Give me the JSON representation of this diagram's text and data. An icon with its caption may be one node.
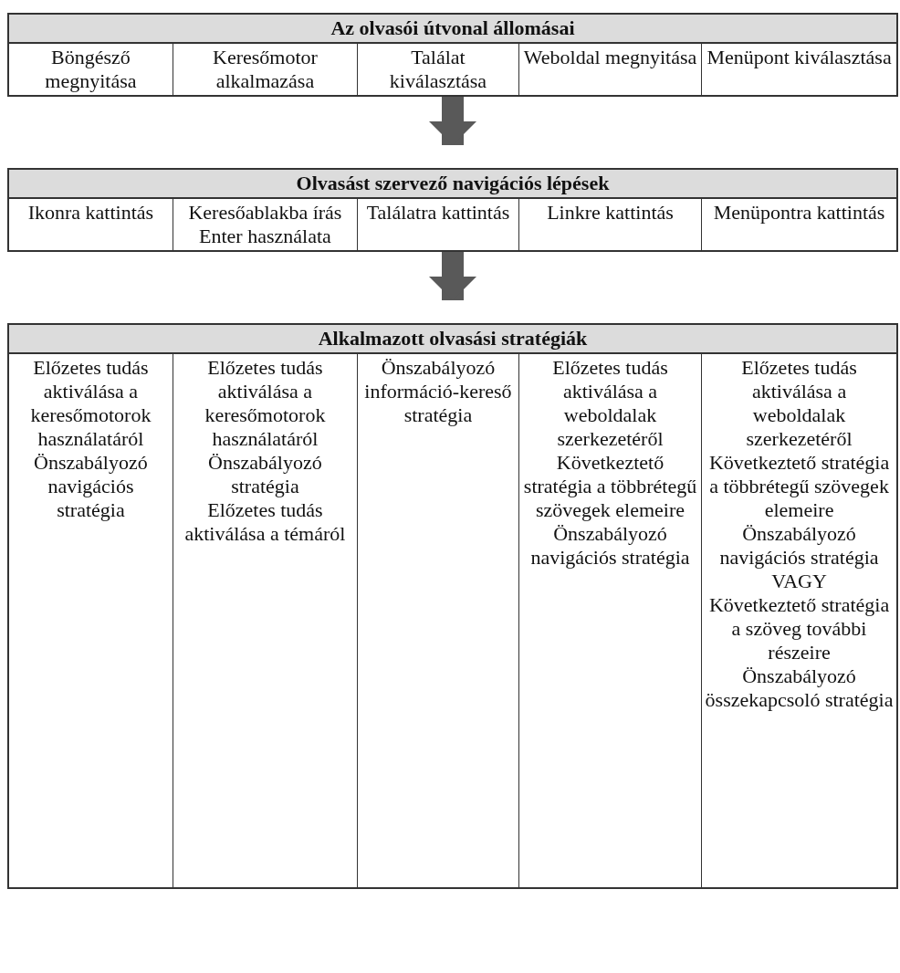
{
  "diagram": {
    "nodes": [
      {
        "text": [
          "Az olvasói útvonal állomásai"
        ]
      },
      {
        "text": [
          "Böngésző megnyitása"
        ],
        "in": 0
      },
      {
        "text": [
          "Keresőmotor alkalmazása"
        ],
        "in": 0
      },
      {
        "text": [
          "Találat kiválasztása"
        ],
        "in": 0
      },
      {
        "text": [
          "Weboldal megnyitása"
        ],
        "in": 0
      },
      {
        "text": [
          "Menüpont kiválasztása"
        ],
        "in": 0
      },
      {
        "text": [
          "Olvasást szervező navigációs lépések"
        ]
      },
      {
        "text": [
          "Ikonra kattintás"
        ],
        "in": 6
      },
      {
        "text": [
          "Keresőablakba írás",
          "Enter használata"
        ],
        "in": 6
      },
      {
        "text": [
          "Találatra kattintás"
        ],
        "in": 6
      },
      {
        "text": [
          "Linkre kattintás"
        ],
        "in": 6
      },
      {
        "text": [
          "Menüpontra kattintás"
        ],
        "in": 6
      },
      {
        "text": [
          "Alkalmazott olvasási stratégiák"
        ]
      },
      {
        "text": [
          "Előzetes tudás aktiválása a keresőmotorok használatáról",
          "Önszabályozó navigációs stratégia"
        ],
        "in": 12
      },
      {
        "text": [
          "Előzetes tudás aktiválása a keresőmotorok használatáról",
          "Önszabályozó stratégia",
          "Előzetes tudás aktiválása a témáról"
        ],
        "in": 12
      },
      {
        "text": [
          "Önszabályozó információ-kereső stratégia"
        ],
        "in": 12
      },
      {
        "text": [
          "Előzetes tudás aktiválása a weboldalak szerkezetéről",
          "Következtető stratégia a többrétegű szövegek elemeire",
          "Önszabályozó navigációs stratégia"
        ],
        "in": 12
      },
      {
        "text": [
          "Előzetes tudás aktiválása a weboldalak szerkezetéről",
          "Következtető stratégia a többrétegű szövegek elemeire",
          "Önszabályozó navigációs stratégia",
          "VAGY",
          "Következtető stratégia a szöveg további részeire",
          "Önszabályozó összekapcsoló stratégia"
        ],
        "in": 12
      }
    ],
    "edges": [
      {
        "from": 0,
        "to": 6,
        "arrow": "to"
      },
      {
        "from": 6,
        "to": 12,
        "arrow": "to"
      }
    ]
  }
}
